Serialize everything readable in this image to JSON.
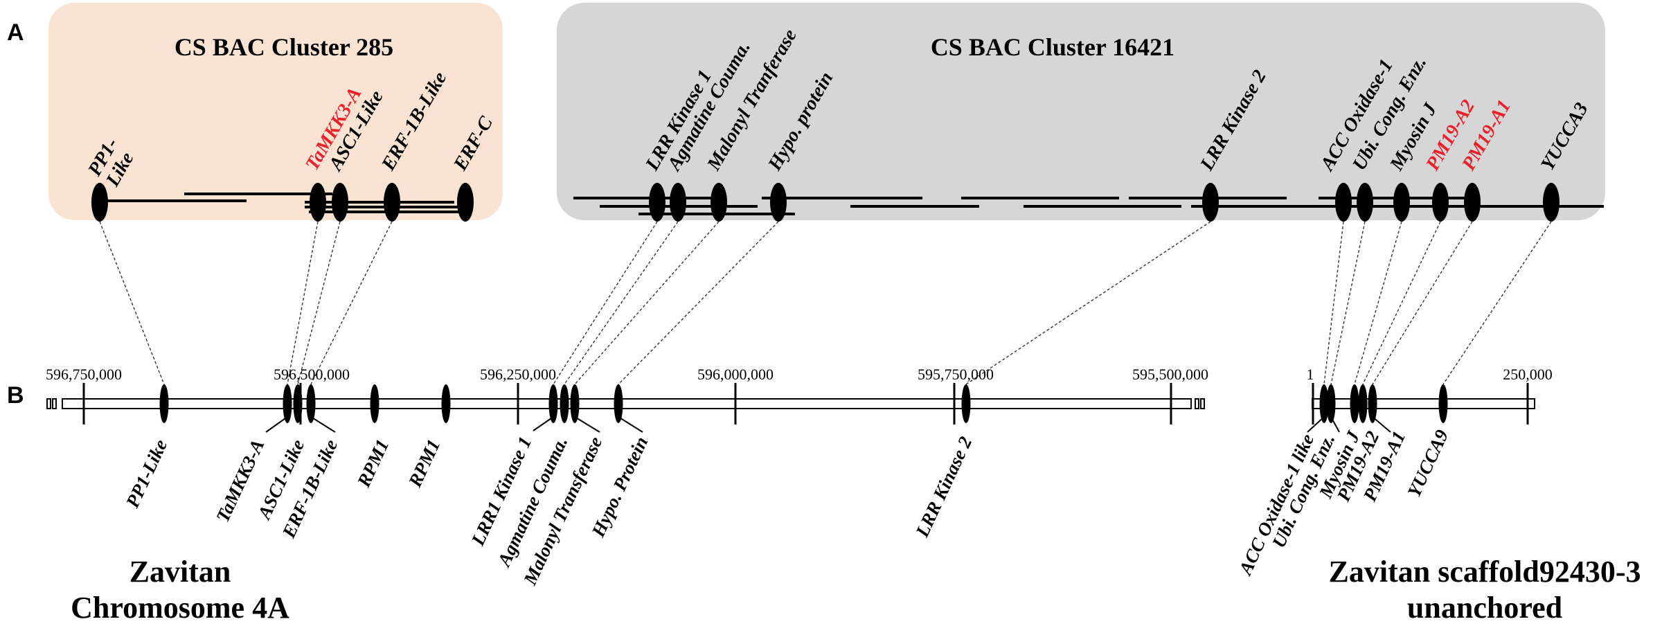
{
  "panel_a": {
    "letter": "A",
    "cluster_285": {
      "title": "CS BAC Cluster 285",
      "fill": "#fbe3d3",
      "genes": [
        {
          "label": "PP1-",
          "label2": "Like",
          "color": "#000000"
        },
        {
          "label": "TaMKK3-A",
          "color": "#e8212b"
        },
        {
          "label": "ASC1-Like",
          "color": "#000000"
        },
        {
          "label": "ERF-1B-Like",
          "color": "#000000"
        },
        {
          "label": "ERF-C",
          "color": "#000000"
        }
      ]
    },
    "cluster_16421": {
      "title": "CS BAC Cluster 16421",
      "fill": "#d6d6d6",
      "genes": [
        {
          "label": "LRR Kinase 1",
          "color": "#000000"
        },
        {
          "label": "Agmatine Couma.",
          "color": "#000000"
        },
        {
          "label": "Malonyl Tranferase",
          "color": "#000000"
        },
        {
          "label": "Hypo. protein",
          "color": "#000000"
        },
        {
          "label": "LRR Kinase 2",
          "color": "#000000"
        },
        {
          "label": "ACC Oxidase-1",
          "color": "#000000"
        },
        {
          "label": "Ubi. Cong. Enz.",
          "color": "#000000"
        },
        {
          "label": "Myosin J",
          "color": "#000000"
        },
        {
          "label": "PM19-A2",
          "color": "#e8212b"
        },
        {
          "label": "PM19-A1",
          "color": "#e8212b"
        },
        {
          "label": "YUCCA3",
          "color": "#000000"
        }
      ]
    }
  },
  "panel_b": {
    "letter": "B",
    "chromosome": {
      "caption_line1": "Zavitan",
      "caption_line2": "Chromosome 4A",
      "coordinates": [
        "596,750,000",
        "596,500,000",
        "596,250,000",
        "596,000,000",
        "595,750,000",
        "595,500,000"
      ],
      "genes": [
        "PP1-Like",
        "TaMKK3-A",
        "ASC1-Like",
        "ERF-1B-Like",
        "RPM1",
        "RPM1",
        "LRR1 Kinase 1",
        "Agmatine Couma.",
        "Malonyl Transferase",
        "Hypo. Protein",
        "LRR Kinase 2"
      ]
    },
    "scaffold": {
      "caption_line1": "Zavitan scaffold92430-3",
      "caption_line2": "unanchored",
      "coordinates": [
        "1",
        "250,000"
      ],
      "genes": [
        "ACC Oxidase-1 like",
        "Ubi. Cong. Enz.",
        "Myosin J",
        "PM19-A2",
        "PM19-A1",
        "YUCCA9"
      ]
    }
  },
  "colors": {
    "highlight_red": "#e8212b",
    "cluster_285_fill": "#fbe3d3",
    "cluster_16421_fill": "#d6d6d6"
  }
}
